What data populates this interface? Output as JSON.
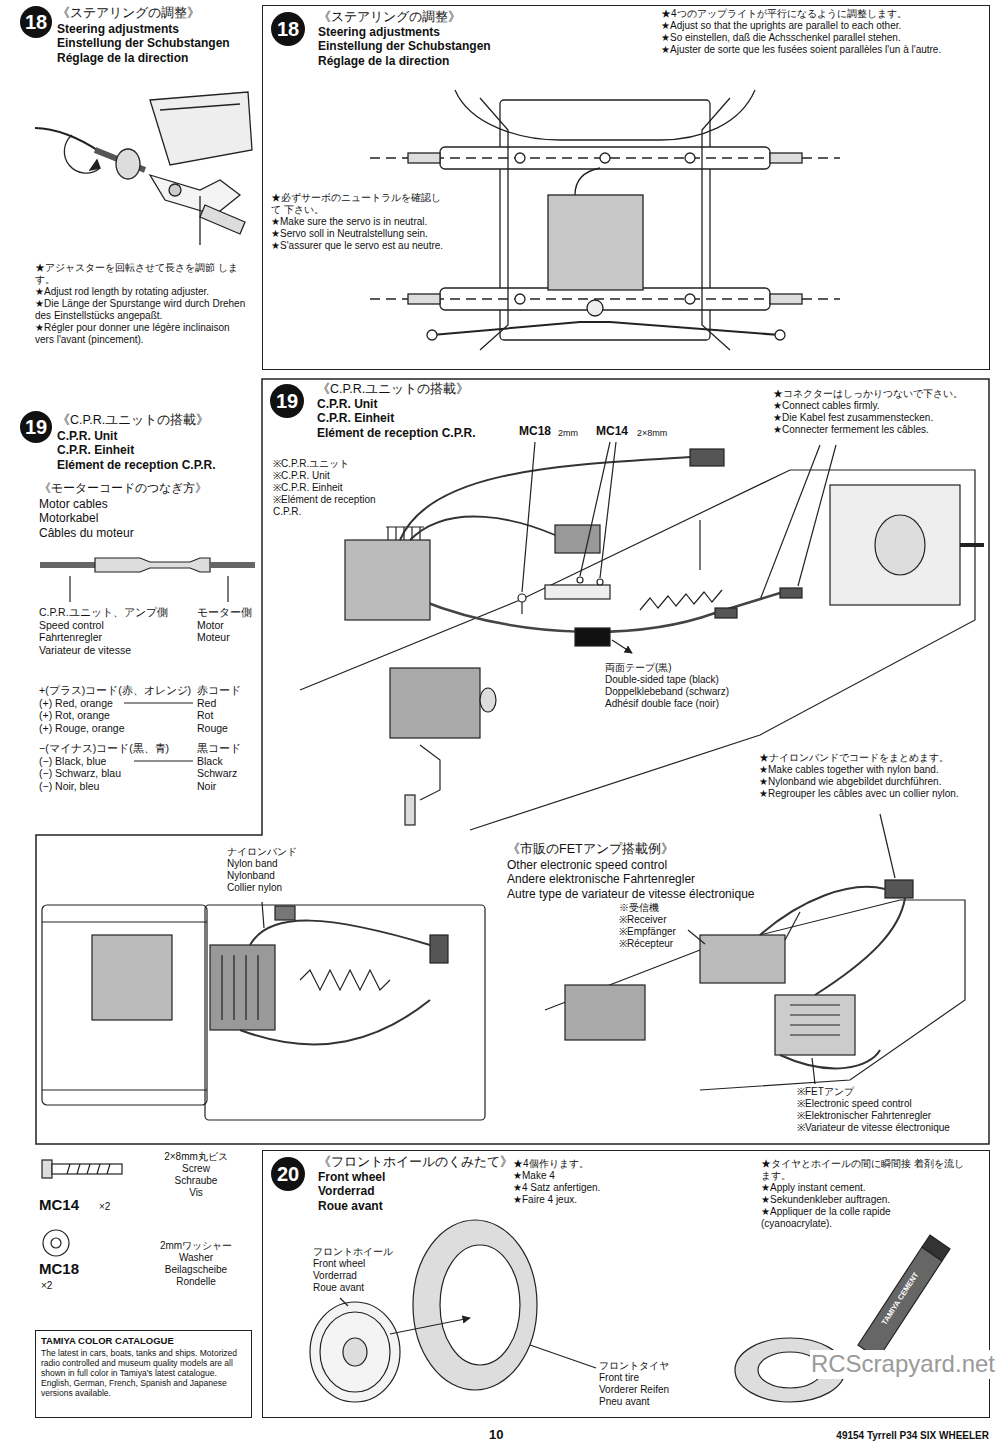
{
  "diagram": {
    "nodes": [
      {
        "text": [
          "18"
        ]
      },
      {
        "text": [
          "《ステアリングの調整》",
          "Steering adjustments",
          "Einstellung der Schubstangen",
          "Réglage de la direction"
        ]
      },
      {
        "text": [
          "18"
        ],
        "in": 1
      },
      {
        "text": [
          "19"
        ]
      },
      {
        "text": [
          "《C.P.R.ユニットの搭載》",
          "C.P.R. Unit",
          "C.P.R. Einheit",
          "Elément de reception C.P.R."
        ]
      },
      {
        "text": [
          "19"
        ],
        "in": 4
      },
      {
        "text": [
          "TAMIYA COLOR CATALOGUE",
          "The latest in cars, boats, tanks and ships. Motorized radio controlled and museum quality models are all shown in full color in Tamiya's latest catalogue. English, German, French, Spanish and Japanese versions available."
        ]
      },
      {
        "text": [
          "《フロントホイールのくみたて》",
          "Front wheel",
          "Vorderrad",
          "Roue avant"
        ]
      },
      {
        "text": [
          "20"
        ],
        "in": 7
      }
    ],
    "labels": [
      "《ステアリングの調整》",
      "Steering adjustments",
      "Einstellung der Schubstangen",
      "Réglage de la direction",
      "★アジャスターを回転させて長さを調節 します。",
      "★Adjust rod length by rotating adjuster.",
      "★Die Länge der Spurstange wird durch Drehen des Einstellstücks angepaßt.",
      "★Régler pour donner une légère inclinaison vers l'avant (pincement).",
      "★4つのアップライトが平行になるように調整します。",
      "★Adjust so that the uprights are parallel to each other.",
      "★So einstellen, daß die Achsschenkel parallel stehen.",
      "★Ajuster de sorte que les fusées soient parallèles l'un à l'autre.",
      "★必ずサーボのニュートラルを確認して 下さい。",
      "★Make sure the servo is in neutral.",
      "★Servo soll in Neutralstellung sein.",
      "★S'assurer que le servo est au neutre.",
      "《C.P.R.ユニットの搭載》",
      "C.P.R. Unit",
      "C.P.R. Einheit",
      "Elément de reception C.P.R.",
      "《モーターコードのつなぎ方》",
      "Motor cables",
      "Motorkabel",
      "Câbles du moteur",
      "C.P.R.ユニット、アンプ側",
      "Speed control",
      "Fahrtenregler",
      "Variateur de vitesse",
      "モーター側",
      "Motor",
      "Moteur",
      "+(プラス)コード(赤、オレンジ)",
      "(+) Red, orange",
      "(+) Rot, orange",
      "(+) Rouge, orange",
      "赤コード",
      "Red",
      "Rot",
      "Rouge",
      "−(マイナス)コード(黒、青)",
      "(−) Black, blue",
      "(−) Schwarz, blau",
      "(−) Noir, bleu",
      "黒コード",
      "Black",
      "Schwarz",
      "Noir",
      "MC18",
      "2mm",
      "MC14",
      "2×8mm",
      "※C.P.R.ユニット",
      "※C.P.R. Unit",
      "※C.P.R. Einheit",
      "※Elément de reception C.P.R.",
      "★コネクターはしっかりつないで下さい。",
      "★Connect cables firmly.",
      "★Die Kabel fest zusammenstecken.",
      "★Connecter fermement les câbles.",
      "両面テープ(黒)",
      "Double-sided tape (black)",
      "Doppelklebeband (schwarz)",
      "Adhésif double face (noir)",
      "★ナイロンバンドでコードをまとめます。",
      "★Make cables together with nylon band.",
      "★Nylonband wie abgebildet durchführen.",
      "★Regrouper les câbles avec un collier nylon.",
      "ナイロンバンド",
      "Nylon band",
      "Nylonband",
      "Collier nylon",
      "《市販のFETアンプ搭載例》",
      "Other electronic speed control",
      "Andere elektronische Fahrtenregler",
      "Autre type de variateur de vitesse électronique",
      "※受信機",
      "※Receiver",
      "※Empfänger",
      "※Récepteur",
      "※FETアンプ",
      "※Electronic speed control",
      "※Elektronischer Fahrtenregler",
      "※Variateur de vitesse électronique",
      "2×8mm丸ビス",
      "Screw",
      "Schraube",
      "Vis",
      "MC14",
      "×2",
      "2mmワッシャー",
      "Washer",
      "Beilagscheibe",
      "Rondelle",
      "MC18",
      "×2",
      "★4個作ります。",
      "★Make 4",
      "★4 Satz anfertigen.",
      "★Faire 4 jeux.",
      "★タイヤとホイールの間に瞬間接 着剤を流します。",
      "★Apply instant cement.",
      "★Sekundenkleber auftragen.",
      "★Appliquer de la colle rapide (cyanoacrylate).",
      "フロントホイール",
      "Front wheel",
      "Vorderrad",
      "Roue avant",
      "フロントタイヤ",
      "Front tire",
      "Vorderer Reifen",
      "Pneu avant",
      "TAMIYA CEMENT",
      "RCScrapyard.net",
      "10",
      "49154 Tyrrell P34 SIX WHEELER"
    ]
  }
}
